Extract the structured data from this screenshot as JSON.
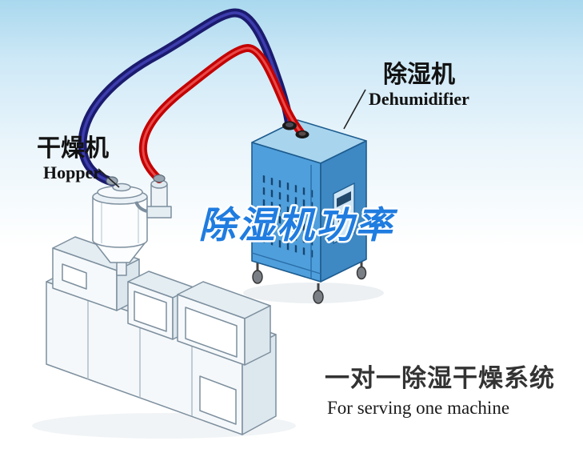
{
  "labels": {
    "hopper_title": "干燥机",
    "hopper_subtitle": "Hopper",
    "dehumidifier_title": "除湿机",
    "dehumidifier_subtitle": "Dehumidifier",
    "watermark": "除湿机功率",
    "caption_title": "一对一除湿干燥系统",
    "caption_subtitle": "For serving one machine"
  },
  "colors": {
    "pipe_red": "#c40000",
    "pipe_navy": "#1b1b6e",
    "dehumidifier_front_blue": "#4f9fdc",
    "dehumidifier_side_blue": "#3e88c4",
    "dehumidifier_top_blue": "#a8d4ee",
    "watermark_blue": "#1f7ce0",
    "background_top": "#a9d8ee"
  }
}
